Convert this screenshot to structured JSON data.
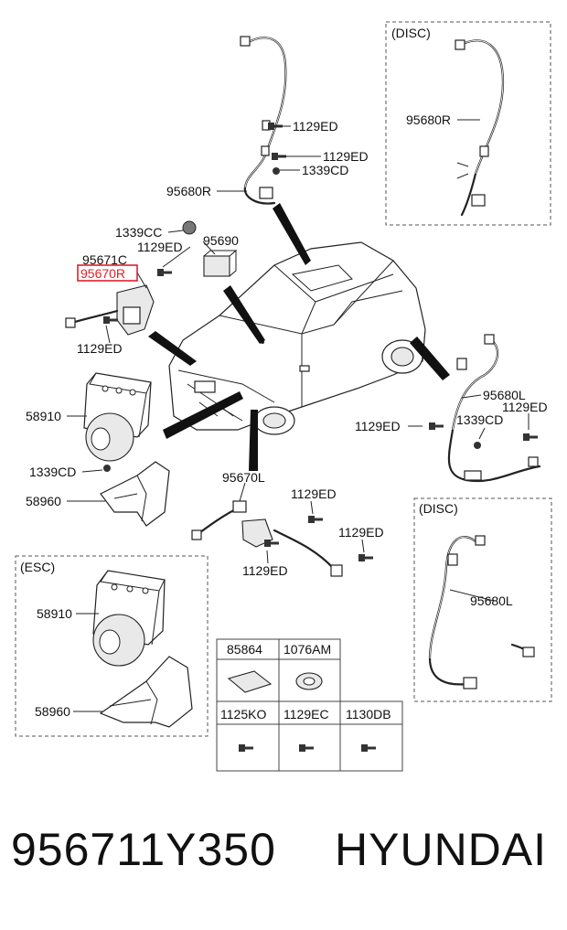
{
  "labels": {
    "disc_top": "(DISC)",
    "disc_bottom": "(DISC)",
    "esc": "(ESC)",
    "p_1129ED_a": "1129ED",
    "p_1129ED_b": "1129ED",
    "p_1339CD_a": "1339CD",
    "p_95680R_a": "95680R",
    "p_95680R_b": "95680R",
    "p_1339CC": "1339CC",
    "p_1129ED_c": "1129ED",
    "p_95690": "95690",
    "p_95671C": "95671C",
    "p_95670R": "95670R",
    "p_1129ED_d": "1129ED",
    "p_95680L_a": "95680L",
    "p_1129ED_e": "1129ED",
    "p_1129ED_f": "1129ED",
    "p_1339CD_b": "1339CD",
    "p_58910_a": "58910",
    "p_1339CD_c": "1339CD",
    "p_58960_a": "58960",
    "p_95670L": "95670L",
    "p_1129ED_g": "1129ED",
    "p_1129ED_h": "1129ED",
    "p_1129ED_i": "1129ED",
    "p_95680L_b": "95680L",
    "p_58910_b": "58910",
    "p_58960_b": "58960"
  },
  "parts_table": {
    "headers": [
      "85864",
      "1076AM",
      "1125KO",
      "1129EC",
      "1130DB"
    ]
  },
  "highlight_color": "#e0202a",
  "footer": {
    "part_number": "956711Y350",
    "brand": "HYUNDAI"
  }
}
